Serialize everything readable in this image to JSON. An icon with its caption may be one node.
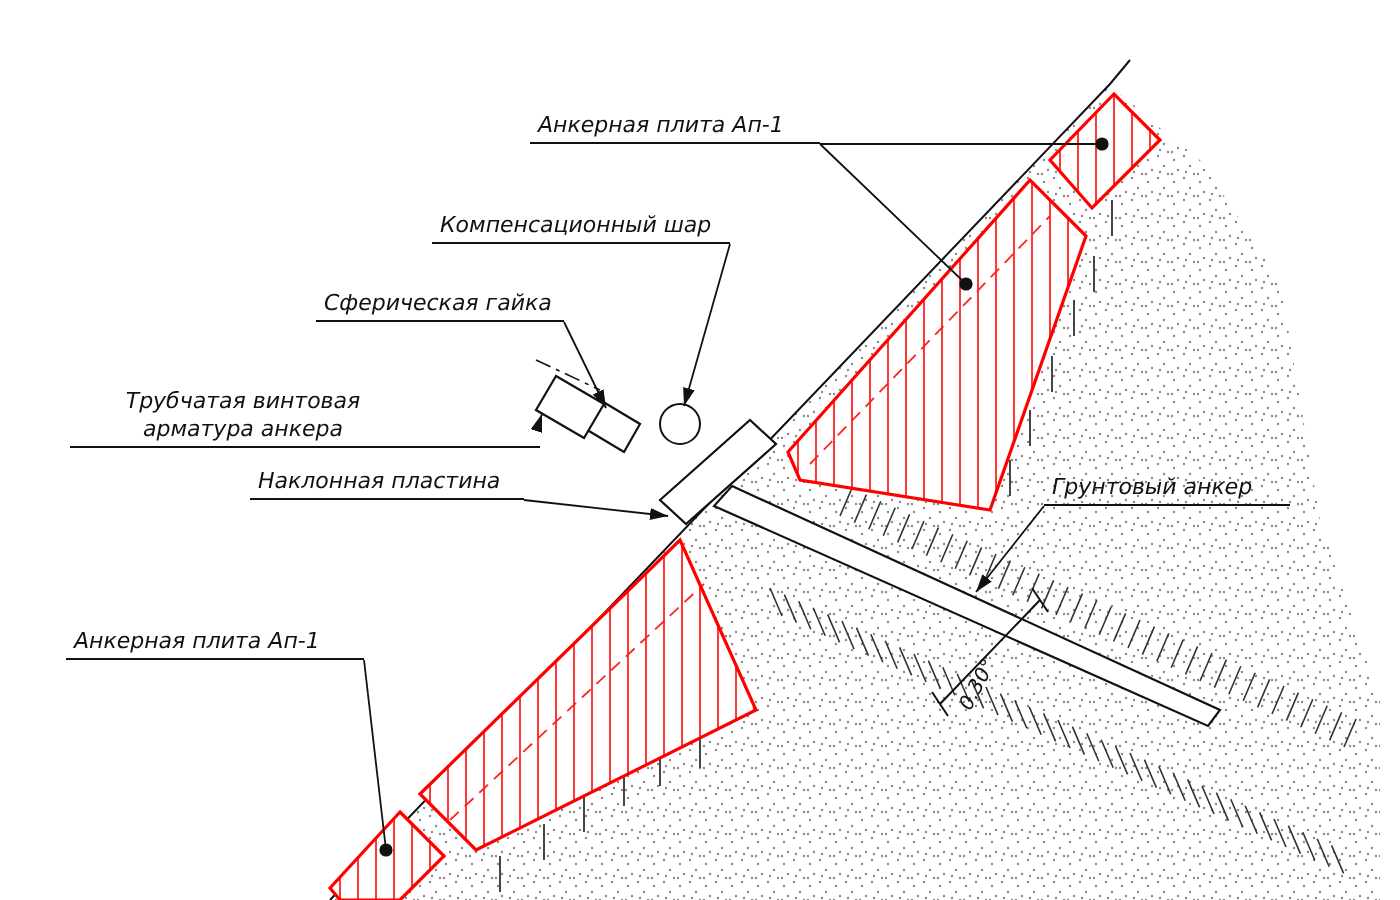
{
  "diagram": {
    "nodes": [
      {
        "text": [
          "Анкерная плита Ап-1"
        ]
      },
      {
        "text": [
          "Компенсационный шар"
        ]
      },
      {
        "text": [
          "Сферическая гайка"
        ]
      },
      {
        "text": [
          "Трубчатая винтовая арматура анкера"
        ]
      },
      {
        "text": [
          "Наклонная пластина"
        ]
      },
      {
        "text": [
          "Грунтовый анкер"
        ]
      },
      {
        "text": [
          "Анкерная плита Ап-1"
        ]
      },
      {
        "text": [],
        "shape": "box"
      },
      {
        "text": [],
        "shape": "box"
      },
      {
        "text": [],
        "shape": "circle"
      },
      {
        "text": [],
        "shape": "box"
      },
      {
        "text": [],
        "shape": "box"
      },
      {
        "text": [],
        "shape": "box"
      },
      {
        "text": [],
        "shape": "bar"
      },
      {
        "text": [],
        "shape": "box"
      },
      {
        "text": [],
        "shape": "box"
      }
    ],
    "edges": [
      {
        "from": 0,
        "to": 7,
        "arrow": "other"
      },
      {
        "from": 0,
        "to": 8,
        "arrow": "other"
      },
      {
        "from": 1,
        "to": 9,
        "arrow": "to"
      },
      {
        "from": 2,
        "to": 10,
        "arrow": "to"
      },
      {
        "from": 3,
        "to": 11,
        "arrow": "to"
      },
      {
        "from": 4,
        "to": 12,
        "arrow": "to"
      },
      {
        "from": 5,
        "to": 13,
        "arrow": "to"
      },
      {
        "from": 6,
        "to": 14,
        "arrow": "other"
      }
    ],
    "labels": [
      "0.30°"
    ]
  }
}
